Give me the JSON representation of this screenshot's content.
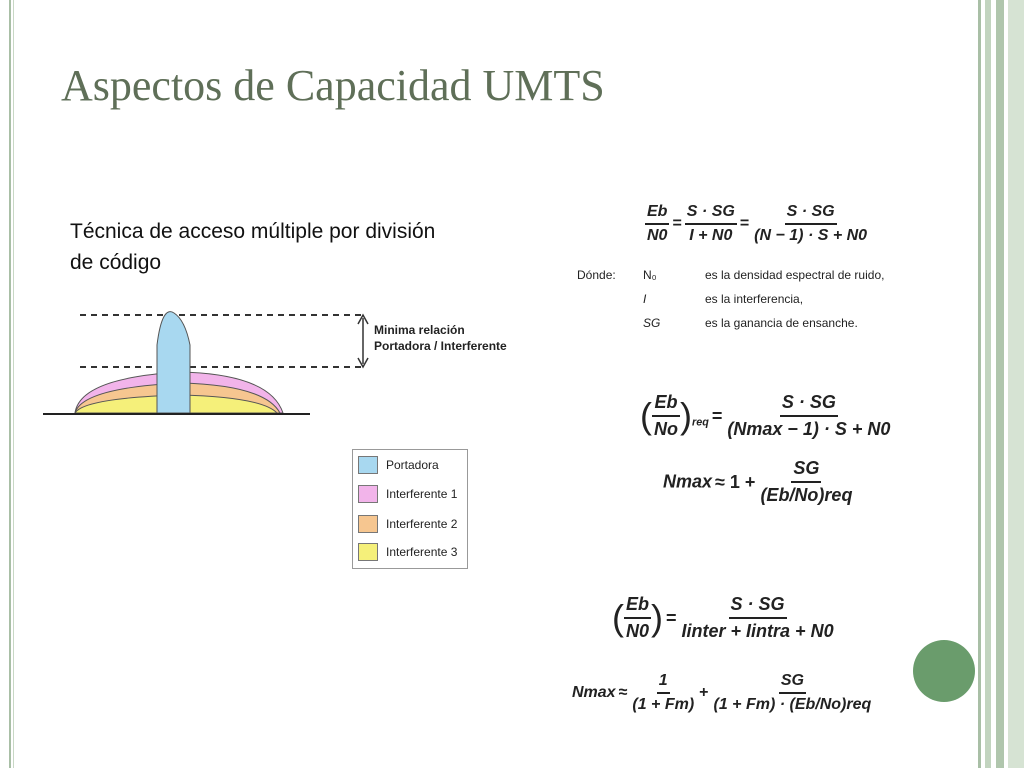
{
  "slide": {
    "title": "Aspectos de Capacidad UMTS",
    "subtitle": "Técnica de acceso múltiple por división de código",
    "diagram": {
      "annotation_line1": "Minima relación",
      "annotation_line2": "Portadora / Interferente",
      "legend": [
        {
          "label": "Portadora",
          "color": "#a8d8f0"
        },
        {
          "label": "Interferente 1",
          "color": "#f2b4ea"
        },
        {
          "label": "Interferente 2",
          "color": "#f6c690"
        },
        {
          "label": "Interferente 3",
          "color": "#f5f07a"
        }
      ]
    },
    "where": {
      "label": "Dónde:",
      "rows": [
        {
          "symbol": "N₀",
          "text": "es la densidad espectral de ruido,"
        },
        {
          "symbol": "I",
          "text": "es la interferencia,"
        },
        {
          "symbol": "SG",
          "text": "es la ganancia de ensanche."
        }
      ]
    },
    "equations": {
      "eq1": {
        "lhs_num": "Eb",
        "lhs_den": "N0",
        "mid_num": "S · SG",
        "mid_den": "I + N0",
        "rhs_num": "S · SG",
        "rhs_den": "(N − 1) · S + N0"
      },
      "eq2": {
        "lhs_num": "Eb",
        "lhs_den": "No",
        "lhs_sub": "req",
        "rhs_num": "S · SG",
        "rhs_den": "(Nmax − 1) · S + N0"
      },
      "eq3": {
        "lhs": "Nmax",
        "approx": "≈ 1 +",
        "num": "SG",
        "den": "(Eb/No)req"
      },
      "eq4": {
        "lhs_num": "Eb",
        "lhs_den": "N0",
        "rhs_num": "S · SG",
        "rhs_den": "Iinter + Iintra + N0"
      },
      "eq5": {
        "lhs": "Nmax",
        "approx": "≈",
        "t1_num": "1",
        "t1_den": "(1 + Fm)",
        "plus": "+",
        "t2_num": "SG",
        "t2_den": "(1 + Fm) · (Eb/No)req"
      }
    }
  }
}
